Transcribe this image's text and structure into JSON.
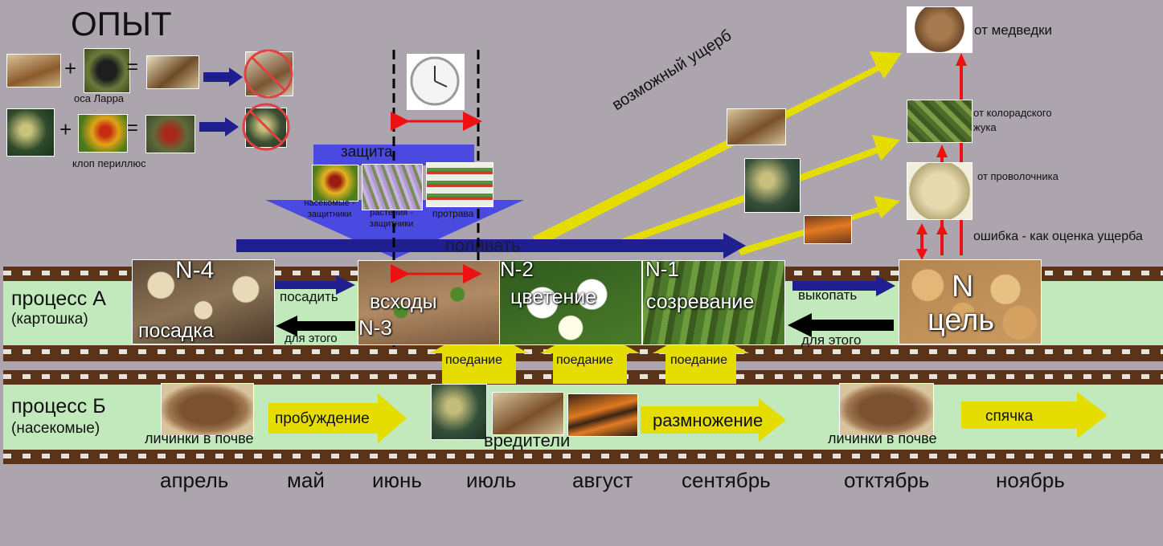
{
  "title": "ОПЫТ",
  "experiment": {
    "wasp_label": "оса Ларра",
    "bug_label": "клоп периллюс",
    "plus": "+",
    "equals": "="
  },
  "protection": {
    "title": "защита",
    "insects": "насекомые - защитники",
    "plants": "растения - защитники",
    "dressing": "протрава"
  },
  "water": "поливать",
  "damage": "возможный ущерб",
  "damage_sources": {
    "mole_cricket": "от медведки",
    "colorado": "от колорадского жука",
    "wireworm": "от проволочника",
    "error": "ошибка - как оценка ущерба"
  },
  "process_a": {
    "title": "процесс А",
    "subtitle": "(картошка)",
    "stages": [
      {
        "tag": "N-4",
        "name": "посадка"
      },
      {
        "tag": "N-3",
        "name": "всходы"
      },
      {
        "tag": "N-2",
        "name": "цветение"
      },
      {
        "tag": "N-1",
        "name": "созревание"
      },
      {
        "tag": "N",
        "name": "цель"
      }
    ],
    "plant": "посадить",
    "for_this": "для этого",
    "dig": "выкопать",
    "for_this_2": "для этого"
  },
  "eating": [
    "поедание",
    "поедание",
    "поедание"
  ],
  "process_b": {
    "title": "процесс Б",
    "subtitle": "(насекомые)",
    "larvae": "личинки в почве",
    "wake": "пробуждение",
    "pests": "вредители",
    "breeding": "размножение",
    "larvae_2": "личинки в почве",
    "hibernation": "спячка"
  },
  "months": [
    "апрель",
    "май",
    "июнь",
    "июль",
    "август",
    "сентябрь",
    "отктябрь",
    "ноябрь"
  ],
  "colors": {
    "background": "#aca5ae",
    "film": "#5b3318",
    "band": "#c1e9bb",
    "blue_arrow": "#1f1f8f",
    "yellow_arrow": "#e5dc00",
    "red_arrow": "#ee1111",
    "protection_blue": "#4a4ae0"
  }
}
